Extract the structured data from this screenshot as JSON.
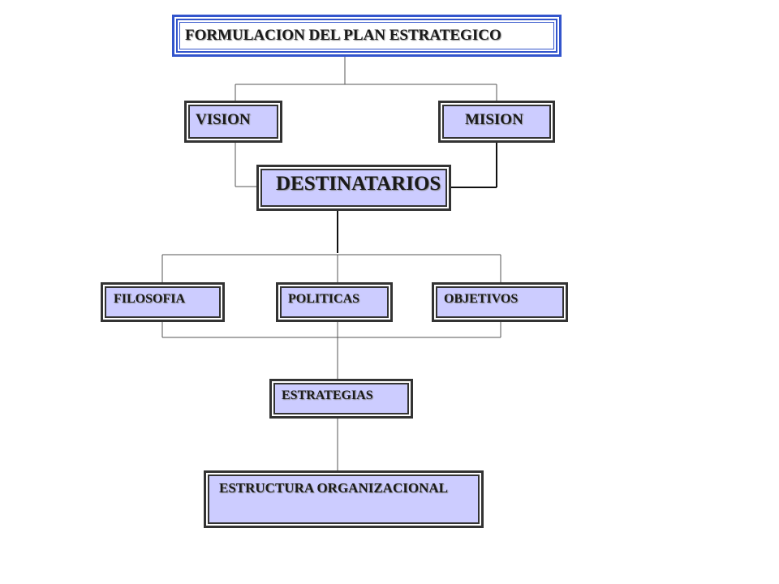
{
  "diagram": {
    "title": "FORMULACION DEL PLAN ESTRATEGICO",
    "nodes": {
      "vision": "VISION",
      "mision": "MISION",
      "destinatarios": "DESTINATARIOS",
      "filosofia": "FILOSOFIA",
      "politicas": "POLITICAS",
      "objetivos": "OBJETIVOS",
      "estrategias": "ESTRATEGIAS",
      "estructura": "ESTRUCTURA ORGANIZACIONAL"
    },
    "colors": {
      "box_fill": "#ccccff",
      "title_border": "#3355cc",
      "frame_dark": "#333333",
      "connector": "#555555"
    }
  }
}
